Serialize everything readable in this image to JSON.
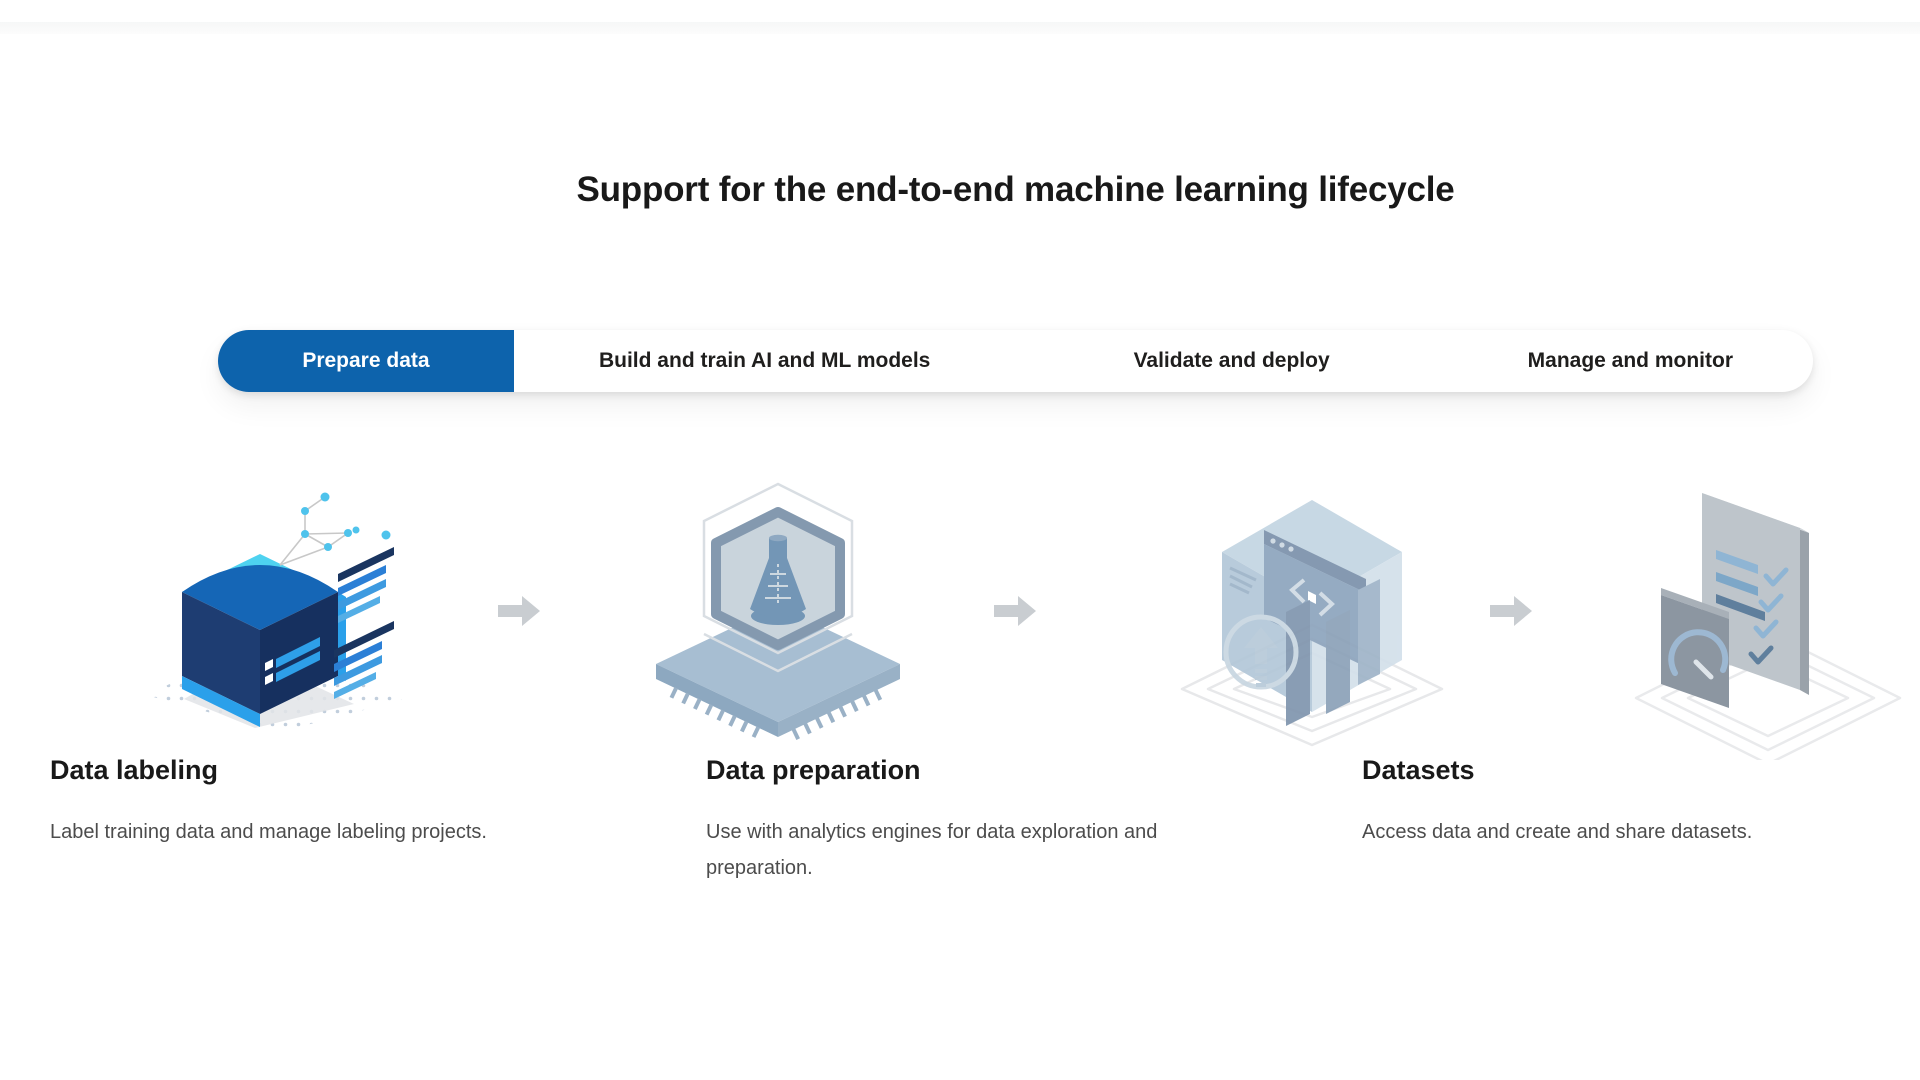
{
  "header": {
    "title": "Support for the end-to-end machine learning lifecycle"
  },
  "tabs": {
    "items": [
      {
        "label": "Prepare data",
        "active": true
      },
      {
        "label": "Build and train AI and ML models",
        "active": false
      },
      {
        "label": "Validate and deploy",
        "active": false
      },
      {
        "label": "Manage and monitor",
        "active": false
      }
    ]
  },
  "pipeline": {
    "steps": [
      {
        "icon": "data-labeling-icon"
      },
      {
        "icon": "data-preparation-icon"
      },
      {
        "icon": "validate-deploy-icon"
      },
      {
        "icon": "manage-monitor-icon"
      }
    ],
    "arrow_icon": "right-arrow-icon"
  },
  "features": {
    "items": [
      {
        "title": "Data labeling",
        "description": "Label training data and manage labeling projects."
      },
      {
        "title": "Data preparation",
        "description": "Use with analytics engines for data exploration and preparation."
      },
      {
        "title": "Datasets",
        "description": "Access data and create and share datasets."
      }
    ]
  },
  "colors": {
    "active_tab_blue": "#0d63ac",
    "tab_text": "#1f1e1d",
    "heading_text": "#191919",
    "body_text": "#4c4c4c",
    "arrow_grey": "#c9cdd1",
    "accent_cyan": "#4ed2f0",
    "cube_navy": "#1e3d72",
    "muted_steel_blue": "#a7bed2"
  }
}
